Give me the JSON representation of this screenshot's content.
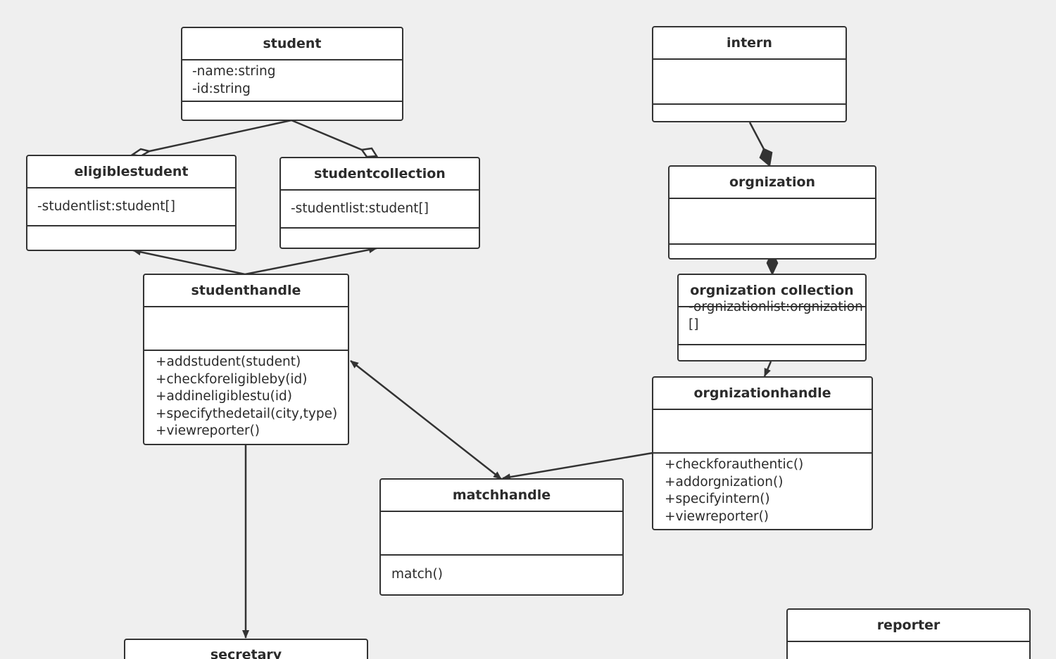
{
  "diagram": {
    "classes": {
      "student": {
        "name": "student",
        "attributes": [
          "-name:string",
          "-id:string"
        ],
        "operations": []
      },
      "eligiblestudent": {
        "name": "eligiblestudent",
        "attributes": [
          "-studentlist:student[]"
        ],
        "operations": []
      },
      "studentcollection": {
        "name": "studentcollection",
        "attributes": [
          "-studentlist:student[]"
        ],
        "operations": []
      },
      "studenthandle": {
        "name": "studenthandle",
        "attributes": [],
        "operations": [
          "+addstudent(student)",
          "+checkforeligibleby(id)",
          "+addineligiblestu(id)",
          "+specifythedetail(city,type)",
          "+viewreporter()"
        ]
      },
      "intern": {
        "name": "intern",
        "attributes": [],
        "operations": []
      },
      "orgnization": {
        "name": "orgnization",
        "attributes": [],
        "operations": []
      },
      "orgnization_collection": {
        "name": "orgnization collection",
        "attributes": [
          "-orgnizationlist:orgnization[]"
        ],
        "operations": []
      },
      "orgnizationhandle": {
        "name": "orgnizationhandle",
        "attributes": [],
        "operations": [
          "+checkforauthentic()",
          "+addorgnization()",
          "+specifyintern()",
          "+viewreporter()"
        ]
      },
      "matchhandle": {
        "name": "matchhandle",
        "attributes": [],
        "operations": [
          "match()"
        ]
      },
      "secretary": {
        "name": "secretary",
        "attributes": [],
        "operations": []
      },
      "reporter": {
        "name": "reporter",
        "attributes": [],
        "operations": []
      }
    },
    "relationships": [
      {
        "from": "student",
        "to": "eligiblestudent",
        "type": "aggregation"
      },
      {
        "from": "student",
        "to": "studentcollection",
        "type": "aggregation"
      },
      {
        "from": "studenthandle",
        "to": "eligiblestudent",
        "type": "association"
      },
      {
        "from": "studenthandle",
        "to": "studentcollection",
        "type": "association"
      },
      {
        "from": "studenthandle",
        "to": "matchhandle",
        "type": "bidirectional-association"
      },
      {
        "from": "studenthandle",
        "to": "secretary",
        "type": "association"
      },
      {
        "from": "intern",
        "to": "orgnization",
        "type": "composition"
      },
      {
        "from": "orgnization",
        "to": "orgnization_collection",
        "type": "composition"
      },
      {
        "from": "orgnization_collection",
        "to": "orgnizationhandle",
        "type": "association"
      },
      {
        "from": "orgnizationhandle",
        "to": "matchhandle",
        "type": "association"
      }
    ]
  },
  "colors": {
    "background": "#efefef",
    "box_fill": "#ffffff",
    "stroke": "#333333",
    "text": "#2b2b2b"
  }
}
